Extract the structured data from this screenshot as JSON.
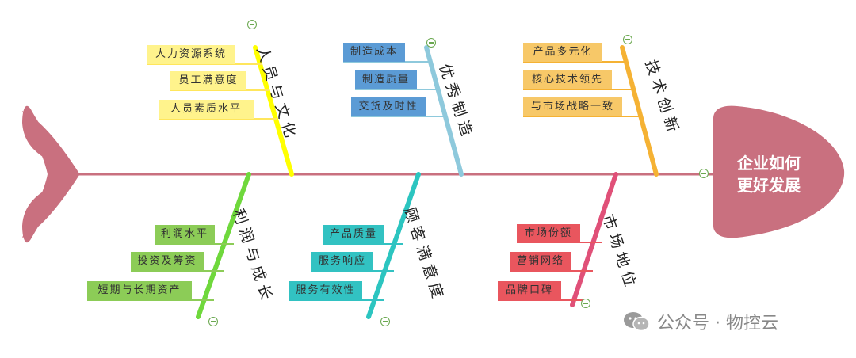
{
  "head": {
    "line1": "企业如何",
    "line2": "更好发展"
  },
  "categories": {
    "people": "人员与文化",
    "manufacturing": "优秀制造",
    "tech": "技术创新",
    "profit": "利润与成长",
    "customer": "顾客满意度",
    "market": "市场地位"
  },
  "items": {
    "people": [
      "人力资源系统",
      "员工满意度",
      "人员素质水平"
    ],
    "manufacturing": [
      "制造成本",
      "制造质量",
      "交货及时性"
    ],
    "tech": [
      "产品多元化",
      "核心技术领先",
      "与市场战略一致"
    ],
    "profit": [
      "利润水平",
      "投资及筹资",
      "短期与长期资产"
    ],
    "customer": [
      "产品质量",
      "服务响应",
      "服务有效性"
    ],
    "market": [
      "市场份额",
      "营销网络",
      "品牌口碑"
    ]
  },
  "colors": {
    "spine": "#c9707f",
    "fish": "#c9707f",
    "people": "#ffff00",
    "manufacturing": "#8ec9dc",
    "tech": "#f5b234",
    "profit": "#6fd83c",
    "customer": "#2cc5c0",
    "market": "#e05078",
    "box_yellow": "#fff38c",
    "box_blue": "#5b9bd5",
    "box_orange": "#f7c868",
    "box_green": "#8ccc57",
    "box_teal": "#32c2c2",
    "box_red": "#e9565e"
  },
  "watermark": {
    "text": "公众号 · 物控云",
    "icon": "wechat-icon"
  }
}
